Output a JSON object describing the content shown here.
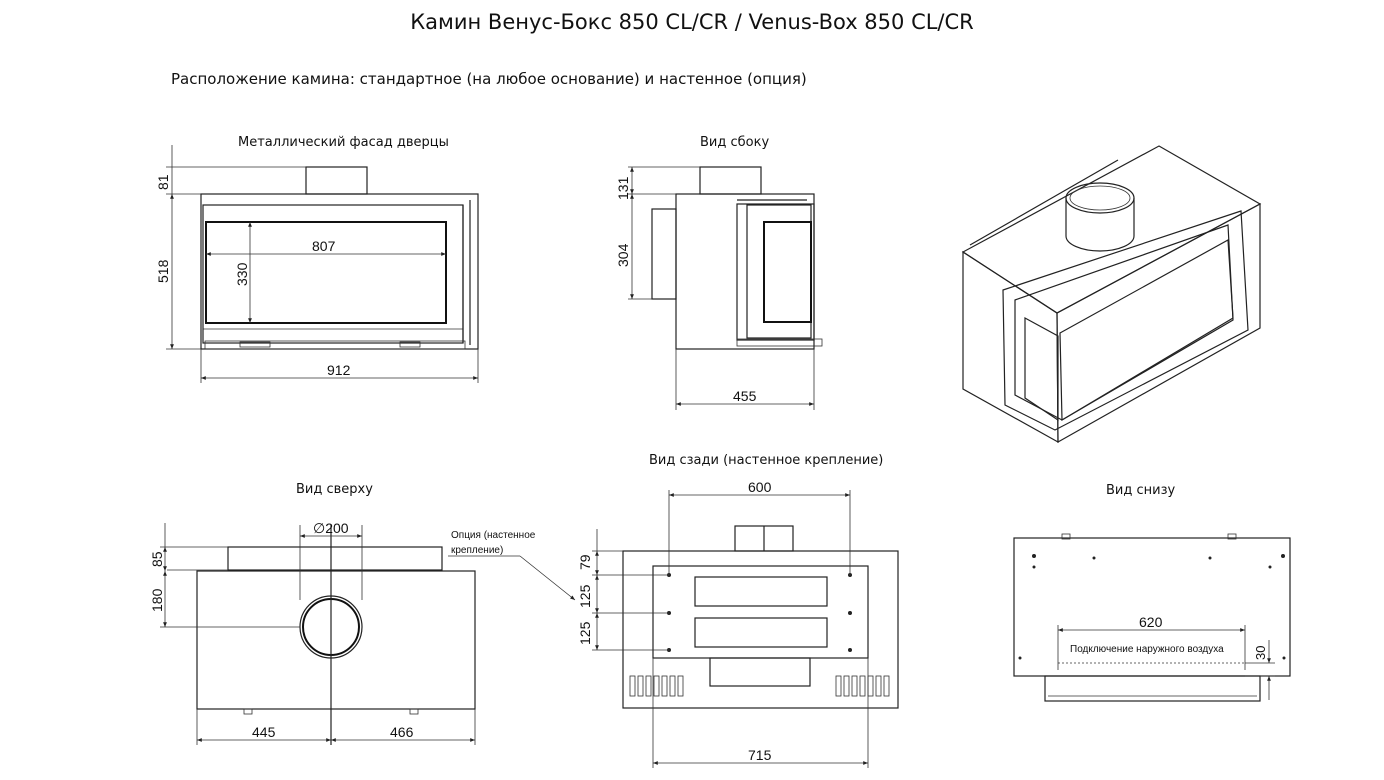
{
  "title": "Камин Венус-Бокс 850 CL/CR / Venus-Box 850 CL/CR",
  "subtitle": "Расположение камина: стандартное (на любое основание) и настенное (опция)",
  "views": {
    "front": {
      "title": "Металлический фасад дверцы",
      "dim_top": "81",
      "dim_height": "518",
      "dim_glass_w": "807",
      "dim_glass_h": "330",
      "dim_width": "912"
    },
    "side": {
      "title": "Вид сбоку",
      "dim_top": "131",
      "dim_door": "304",
      "dim_depth": "455"
    },
    "top": {
      "title": "Вид сверху",
      "dim_flue": "∅200",
      "dim_a": "85",
      "dim_b": "180",
      "dim_left": "445",
      "dim_right": "466",
      "note_line1": "Опция (настенное",
      "note_line2": "крепление)"
    },
    "back": {
      "title": "Вид сзади (настенное крепление)",
      "dim_top_w": "600",
      "dim_a": "79",
      "dim_b": "125",
      "dim_c": "125",
      "dim_bottom_w": "715"
    },
    "bottom": {
      "title": "Вид снизу",
      "dim_w": "620",
      "dim_h": "30",
      "label": "Подключение наружного воздуха"
    }
  }
}
